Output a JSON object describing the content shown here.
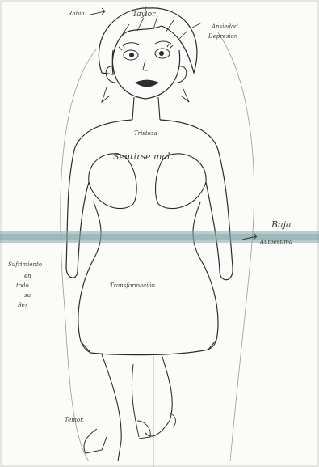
{
  "annotations": {
    "rabia": "Rabia",
    "taylor": "Taylor",
    "ansiedad": "Ansiedad",
    "depresion": "Depresión",
    "tristeza": "Tristeza",
    "sentirse_mal": "Sentirse mal.",
    "baja": "Baja",
    "autoestima": "Autoestima",
    "sufrimiento_1": "Sufrimiento",
    "sufrimiento_2": "en",
    "sufrimiento_3": "todo",
    "sufrimiento_4": "su",
    "sufrimiento_5": "Ser",
    "transformacion": "Transformación",
    "temor": "Temor."
  },
  "colors": {
    "paper": "#fbfbf9",
    "ink": "#2b2b2b",
    "pencil": "#555555",
    "band": "#7fa8ac"
  }
}
